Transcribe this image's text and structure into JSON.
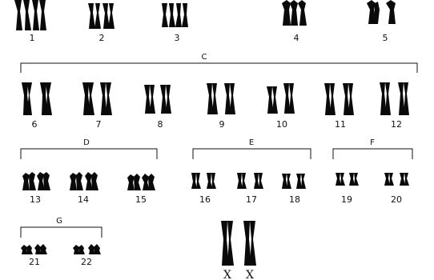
{
  "groups": [
    {
      "label": "C"
    },
    {
      "label": "D"
    },
    {
      "label": "E"
    },
    {
      "label": "F"
    },
    {
      "label": "G"
    }
  ],
  "pairs": [
    {
      "number": "1",
      "kind": "metacentric",
      "length": "long"
    },
    {
      "number": "2",
      "kind": "submetacentric",
      "length": "long"
    },
    {
      "number": "3",
      "kind": "metacentric",
      "length": "long"
    },
    {
      "number": "4",
      "kind": "submetacentric",
      "length": "long"
    },
    {
      "number": "5",
      "kind": "submetacentric",
      "length": "long"
    },
    {
      "number": "6",
      "kind": "submetacentric",
      "length": "medium"
    },
    {
      "number": "7",
      "kind": "submetacentric",
      "length": "medium"
    },
    {
      "number": "8",
      "kind": "submetacentric",
      "length": "medium"
    },
    {
      "number": "9",
      "kind": "submetacentric",
      "length": "medium"
    },
    {
      "number": "10",
      "kind": "submetacentric",
      "length": "medium"
    },
    {
      "number": "11",
      "kind": "submetacentric",
      "length": "medium"
    },
    {
      "number": "12",
      "kind": "submetacentric",
      "length": "medium"
    },
    {
      "number": "13",
      "kind": "acrocentric",
      "length": "medium-short"
    },
    {
      "number": "14",
      "kind": "acrocentric",
      "length": "medium-short"
    },
    {
      "number": "15",
      "kind": "acrocentric",
      "length": "medium-short"
    },
    {
      "number": "16",
      "kind": "metacentric",
      "length": "short"
    },
    {
      "number": "17",
      "kind": "submetacentric",
      "length": "short"
    },
    {
      "number": "18",
      "kind": "submetacentric",
      "length": "short"
    },
    {
      "number": "19",
      "kind": "metacentric",
      "length": "very-short"
    },
    {
      "number": "20",
      "kind": "metacentric",
      "length": "very-short"
    },
    {
      "number": "21",
      "kind": "acrocentric",
      "length": "tiny"
    },
    {
      "number": "22",
      "kind": "acrocentric",
      "length": "tiny"
    }
  ],
  "sex_chromosomes": [
    "X",
    "X"
  ],
  "colors": {
    "chromosome": "#0a0a0a",
    "background": "#ffffff",
    "ink": "#111111"
  }
}
